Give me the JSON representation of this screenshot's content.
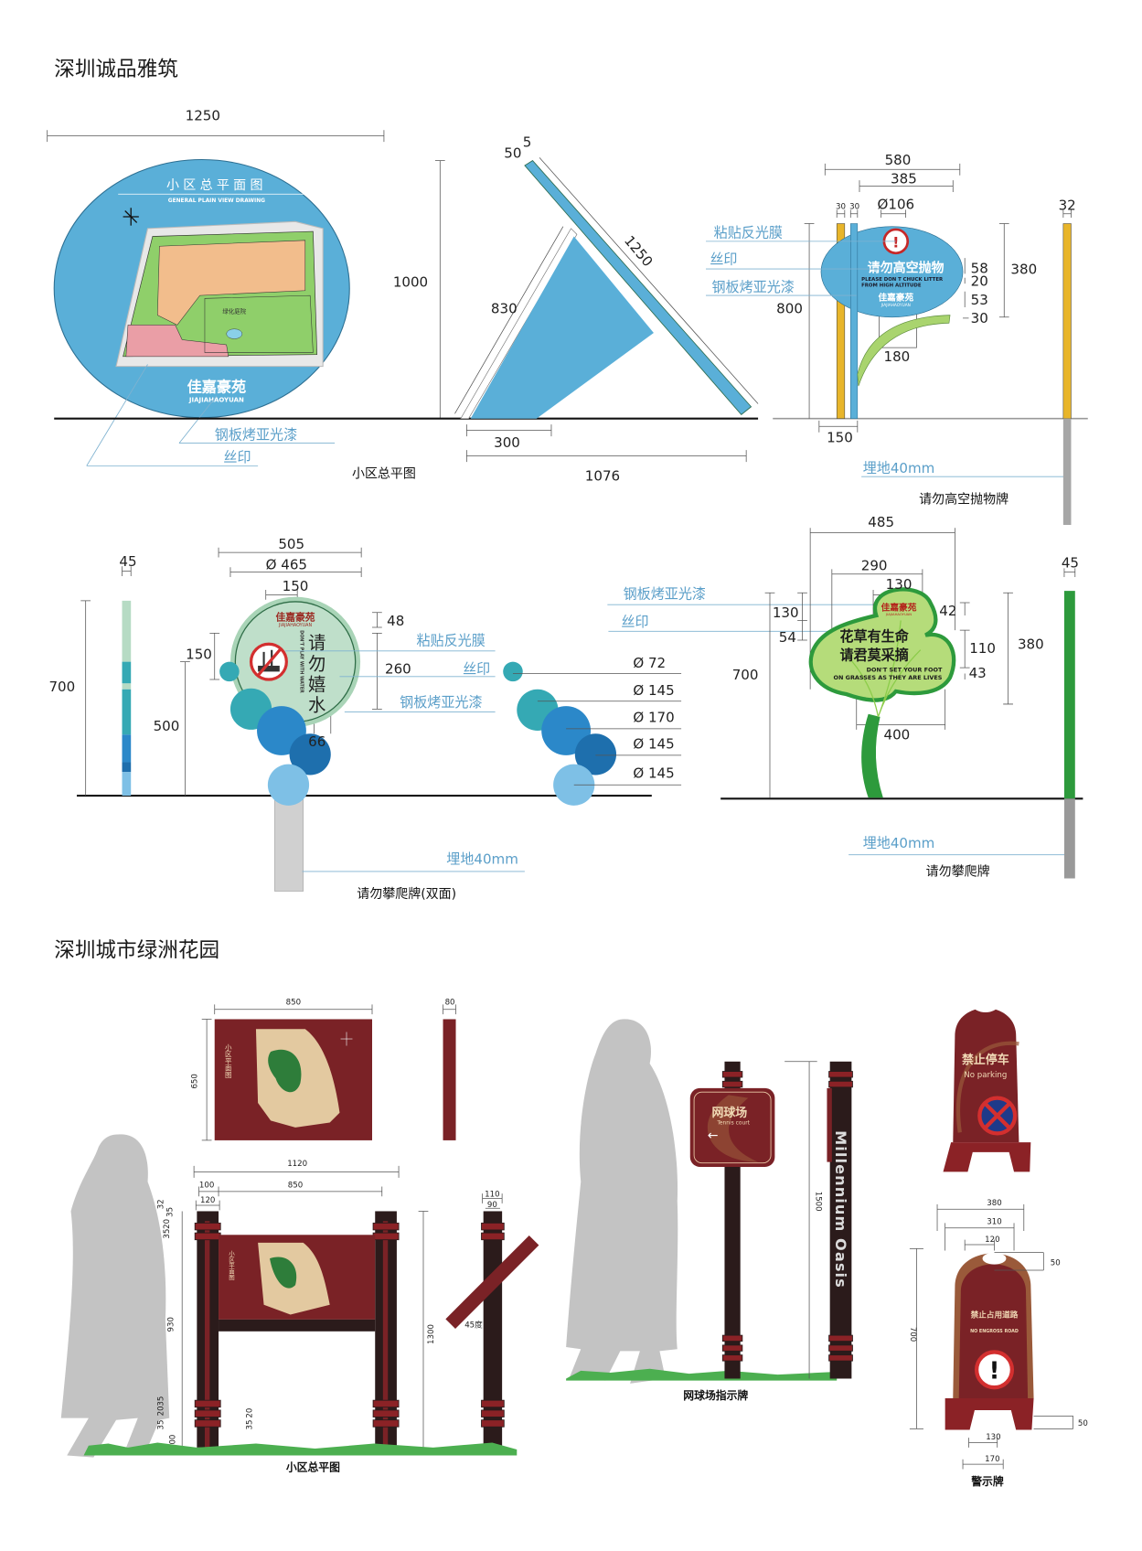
{
  "sections": [
    {
      "title": "深圳诚品雅筑"
    },
    {
      "title": "深圳城市绿洲花园"
    }
  ],
  "plan_sign": {
    "sign_title": "小区总平面图",
    "sign_subtitle": "GENERAL PLAIN VIEW DRAWING",
    "map_label": "绿化庭院",
    "estate_cn": "佳嘉豪苑",
    "estate_en": "JIAJIAHAOYUAN",
    "dims": [
      "1250",
      "1000"
    ],
    "labels": {
      "paint": "钢板烤亚光漆",
      "print": "丝印"
    },
    "caption": "小区总平图"
  },
  "slant_sign": {
    "dims": [
      "50",
      "5",
      "1250",
      "830",
      "300",
      "1076"
    ]
  },
  "litter_sign": {
    "sign_cn": "请勿高空抛物",
    "sign_en_1": "PLEASE DON T CHUCK LITTER",
    "sign_en_2": "FROM HIGH ALTITUDE",
    "estate_cn": "佳嘉豪苑",
    "estate_en": "JIAJIAHAOYUAN",
    "dims": [
      "580",
      "385",
      "30",
      "30",
      "Ø106",
      "58",
      "20",
      "53",
      "30",
      "380",
      "800",
      "180",
      "150",
      "32"
    ],
    "labels": {
      "reflective": "粘贴反光膜",
      "print": "丝印",
      "paint": "钢板烤亚光漆",
      "buried": "埋地40mm"
    },
    "caption": "请勿高空抛物牌"
  },
  "water_sign": {
    "estate_cn": "佳嘉豪苑",
    "estate_en": "JIAJIAHAOYUAN",
    "sign_cn": [
      "请",
      "勿",
      "嬉",
      "水"
    ],
    "sign_en": "DON'T PLAY WITH WATER",
    "dims": [
      "45",
      "700",
      "505",
      "Ø 465",
      "150",
      "150",
      "500",
      "48",
      "260",
      "66"
    ],
    "bubble_dims": [
      "Ø  72",
      "Ø 145",
      "Ø 170",
      "Ø 145",
      "Ø 145"
    ],
    "labels": {
      "reflective": "粘贴反光膜",
      "print": "丝印",
      "paint": "钢板烤亚光漆",
      "buried": "埋地40mm"
    },
    "caption": "请勿攀爬牌(双面)"
  },
  "clover_sign": {
    "estate_cn": "佳嘉豪苑",
    "estate_en": "JIAJIAHAOYUAN",
    "line_1": "花草有生命",
    "line_2": "请君莫采摘",
    "en_1": "DON'T SET YOUR FOOT",
    "en_2": "ON GRASSES AS THEY ARE LIVES",
    "dims": [
      "485",
      "290",
      "130",
      "130",
      "54",
      "42",
      "110",
      "43",
      "380",
      "700",
      "400",
      "45"
    ],
    "labels": {
      "paint": "钢板烤亚光漆",
      "print": "丝印",
      "buried": "埋地40mm"
    },
    "caption": "请勿攀爬牌"
  },
  "oasis_board": {
    "map_title": "小区平面图",
    "dims_top": [
      "850",
      "650",
      "80"
    ],
    "dims_front": [
      "1120",
      "100",
      "850",
      "120",
      "32",
      "35",
      "20",
      "35",
      "930",
      "35",
      "20",
      "35",
      "100",
      "35",
      "20",
      "1300"
    ],
    "dims_side": [
      "110",
      "90",
      "45度"
    ],
    "caption": "小区总平图"
  },
  "tennis_sign": {
    "title_cn": "网球场",
    "title_en": "Tennis court",
    "arrow": "←",
    "pole_text": "Millennium Oasis",
    "dims": [
      "1500"
    ],
    "caption": "网球场指示牌"
  },
  "warning_signs": {
    "top": {
      "cn": "禁止停车",
      "en": "No parking"
    },
    "bottom": {
      "cn": "禁止占用道路",
      "en": "NO ENGROSS ROAD",
      "mark": "!"
    },
    "dims": [
      "380",
      "310",
      "120",
      "50",
      "700",
      "50",
      "130",
      "170"
    ],
    "caption": "警示牌"
  },
  "colors": {
    "sign_blue": "#5aafd8",
    "pole_yellow": "#e8b52a",
    "maroon": "#7a2226",
    "post_dark": "#2b1b1b",
    "leaf_green": "#b5dc7a",
    "stem_green": "#2d9a3c",
    "label_blue": "#5b9fc9"
  }
}
